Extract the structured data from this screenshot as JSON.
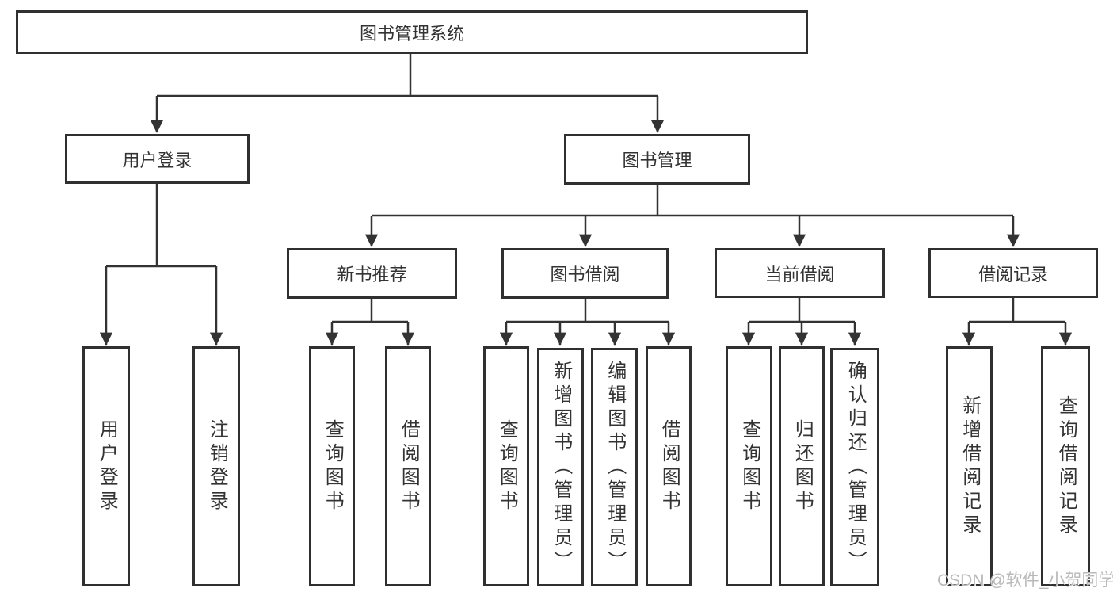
{
  "diagram": {
    "root": {
      "label": "图书管理系统"
    },
    "user_login": {
      "label": "用户登录",
      "children": {
        "login": {
          "label": "用户登录"
        },
        "logout": {
          "label": "注销登录"
        }
      }
    },
    "book_management": {
      "label": "图书管理",
      "children": {
        "new_book_recommend": {
          "label": "新书推荐",
          "children": {
            "query_books": {
              "label": "查询图书"
            },
            "borrow_books": {
              "label": "借阅图书"
            }
          }
        },
        "book_borrow": {
          "label": "图书借阅",
          "children": {
            "query_books": {
              "label": "查询图书"
            },
            "add_books": {
              "label": "新增图书（管理员）"
            },
            "edit_books": {
              "label": "编辑图书（管理员）"
            },
            "borrow_books": {
              "label": "借阅图书"
            }
          }
        },
        "current_borrow": {
          "label": "当前借阅",
          "children": {
            "query_books": {
              "label": "查询图书"
            },
            "return_books": {
              "label": "归还图书"
            },
            "confirm_return": {
              "label": "确认归还（管理员）"
            }
          }
        },
        "borrow_records": {
          "label": "借阅记录",
          "children": {
            "add_record": {
              "label": "新增借阅记录"
            },
            "query_record": {
              "label": "查询借阅记录"
            }
          }
        }
      }
    }
  },
  "watermark": {
    "text": "CSDN @软件_小贺同学"
  },
  "colors": {
    "line": "#333333",
    "border": "#303030",
    "text": "#333333",
    "watermark": "#b9b9b9",
    "background": "#ffffff"
  }
}
